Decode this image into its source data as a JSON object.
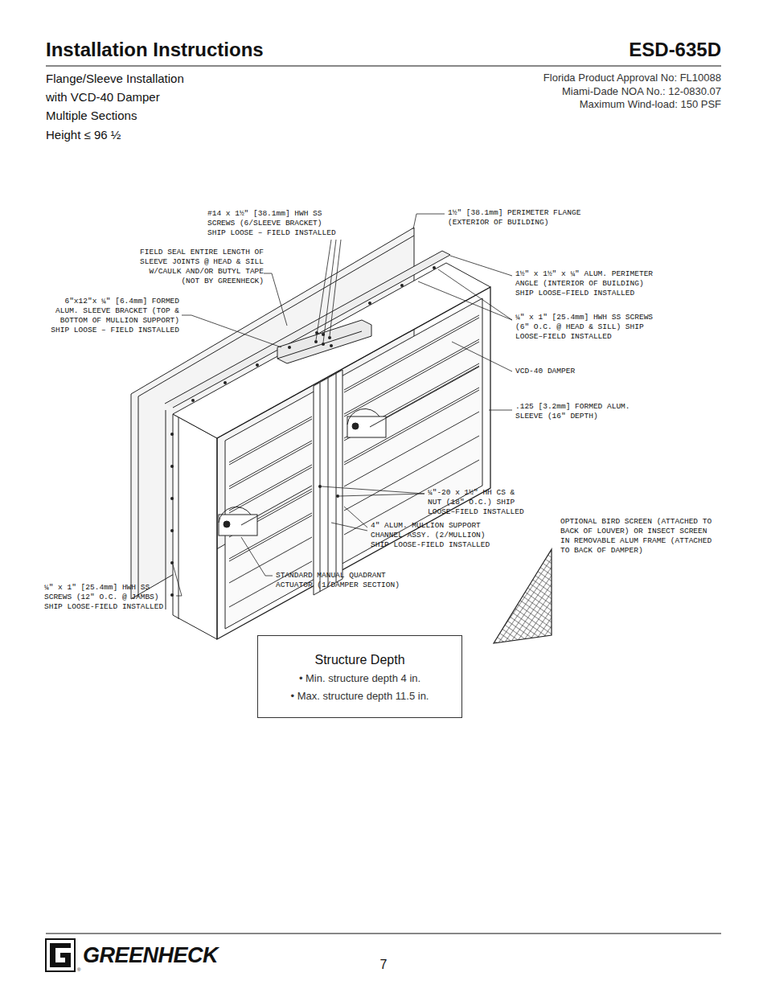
{
  "diagram": {
    "title": "Installation Instructions",
    "nodes": [
      {
        "text": [
          "Structure Depth",
          "• Min. structure depth 4 in.",
          "• Max. structure depth 11.5 in."
        ]
      }
    ],
    "labels": [
      "ESD-635D",
      "Flange/Sleeve Installation",
      "with VCD-40 Damper",
      "Multiple Sections",
      "Height ≤ 96 ½",
      "Florida Product Approval No: FL10088",
      "Miami-Dade NOA No.: 12-0830.07",
      "Maximum Wind-load: 150 PSF",
      "#14 x 1½\" [38.1mm] HWH SS SCREWS (6/SLEEVE BRACKET) SHIP LOOSE – FIELD INSTALLED",
      "FIELD SEAL ENTIRE LENGTH OF SLEEVE JOINTS @ HEAD & SILL W/CAULK AND/OR BUTYL TAPE (NOT BY GREENHECK)",
      "6\"x12\"x ¼\" [6.4mm] FORMED ALUM. SLEEVE BRACKET (TOP & BOTTOM OF MULLION SUPPORT) SHIP LOOSE – FIELD INSTALLED",
      "1½\" [38.1mm] PERIMETER FLANGE (EXTERIOR OF BUILDING)",
      "1½\" x 1½\" x ¼\" ALUM. PERIMETER ANGLE (INTERIOR OF BUILDING) SHIP LOOSE–FIELD INSTALLED",
      "¼\" x 1\" [25.4mm] HWH SS SCREWS (6\" O.C. @ HEAD & SILL) SHIP LOOSE–FIELD INSTALLED",
      "VCD-40 DAMPER",
      ".125 [3.2mm] FORMED ALUM. SLEEVE (16\" DEPTH)",
      "¼\"-20 x 1½\" HH CS & NUT (18\" O.C.) SHIP LOOSE–FIELD INSTALLED",
      "4\" ALUM. MULLION SUPPORT CHANNEL ASSY. (2/MULLION) SHIP LOOSE-FIELD INSTALLED",
      "OPTIONAL BIRD SCREEN (ATTACHED TO BACK OF LOUVER) OR INSECT SCREEN IN REMOVABLE ALUM FRAME (ATTACHED TO BACK OF DAMPER)",
      "STANDARD MANUAL QUADRANT ACTUATOR (1/DAMPER SECTION)",
      "¼\" x 1\" [25.4mm] HWH SS SCREWS (12\" O.C. @ JAMBS) SHIP LOOSE-FIELD INSTALLED",
      "GREENHECK",
      "®",
      "7"
    ]
  }
}
